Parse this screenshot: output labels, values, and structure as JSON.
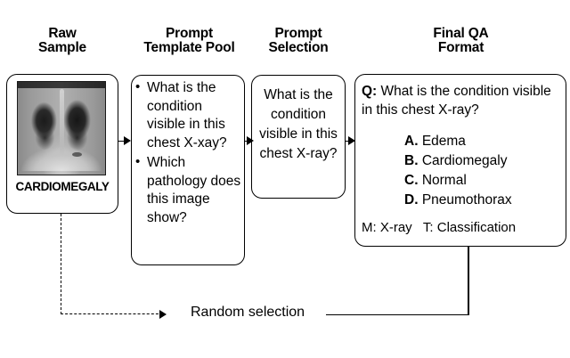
{
  "diagram": {
    "title": "Prompt-based medical VQA sample construction pipeline",
    "columns": [
      {
        "key": "raw",
        "heading": "Raw\nSample"
      },
      {
        "key": "pool",
        "heading": "Prompt\nTemplate Pool"
      },
      {
        "key": "selection",
        "heading": "Prompt\nSelection"
      },
      {
        "key": "final",
        "heading": "Final QA\nFormat"
      }
    ]
  },
  "raw_sample": {
    "image_alt": "chest-xray",
    "label": "CARDIOMEGALY"
  },
  "prompt_template_pool": {
    "items": [
      "What is the condition visible in this chest X-xay?",
      "Which pathology does this image show?"
    ]
  },
  "prompt_selection": {
    "text": "What is the condition visible in this chest X-ray?"
  },
  "final_qa": {
    "question_prefix": "Q:",
    "question": "What is the condition visible in this chest X-ray?",
    "options": [
      {
        "key": "A.",
        "text": "Edema"
      },
      {
        "key": "B.",
        "text": "Cardiomegaly"
      },
      {
        "key": "C.",
        "text": "Normal"
      },
      {
        "key": "D.",
        "text": "Pneumothorax"
      }
    ],
    "meta": "M: X-ray   T: Classification"
  },
  "connectors": {
    "random_selection_label": "Random selection"
  },
  "colors": {
    "stroke": "#000000",
    "background": "#ffffff",
    "text": "#000000"
  }
}
